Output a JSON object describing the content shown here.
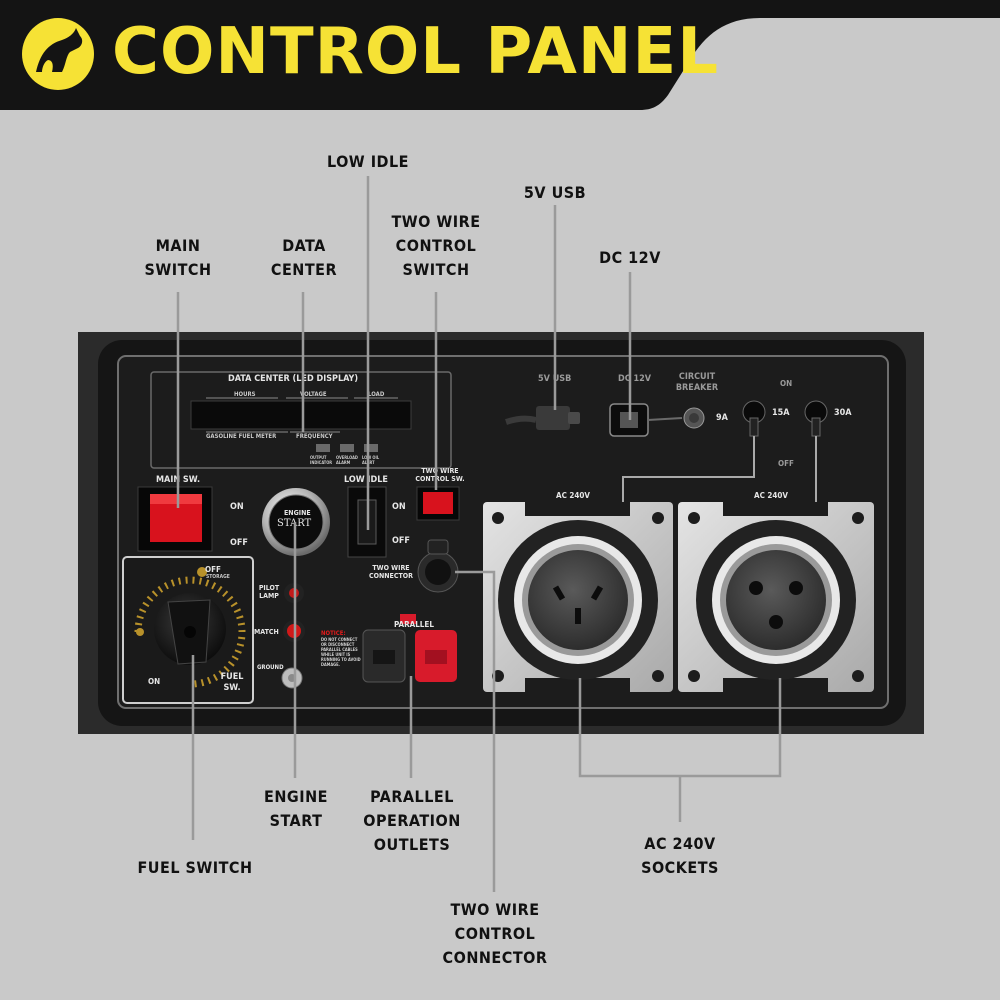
{
  "title": "CONTROL PANEL",
  "colors": {
    "header_bg": "#141414",
    "title": "#f6e235",
    "background": "#c9c9c9",
    "panel": "#1b1b1b",
    "accent_red": "#e11b1b"
  },
  "callouts": {
    "main_switch": [
      "MAIN",
      "SWITCH"
    ],
    "data_center": [
      "DATA",
      "CENTER"
    ],
    "low_idle": [
      "LOW IDLE"
    ],
    "two_wire_control_switch": [
      "TWO WIRE",
      "CONTROL",
      "SWITCH"
    ],
    "usb": [
      "5V USB"
    ],
    "dc": [
      "DC 12V"
    ],
    "fuel_switch": [
      "FUEL SWITCH"
    ],
    "engine_start": [
      "ENGINE",
      "START"
    ],
    "parallel_outlets": [
      "PARALLEL",
      "OPERATION",
      "OUTLETS"
    ],
    "two_wire_connector": [
      "TWO WIRE",
      "CONTROL",
      "CONNECTOR"
    ],
    "ac_sockets": [
      "AC 240V",
      "SOCKETS"
    ]
  },
  "panel": {
    "data_center_title": "DATA CENTER (LED DISPLAY)",
    "hours": "HOURS",
    "voltage": "VOLTAGE",
    "load": "LOAD",
    "fuel_meter": "GASOLINE FUEL METER",
    "frequency": "FREQUENCY",
    "output_indicator": "OUTPUT INDICATOR",
    "overload_alarm": "OVERLOAD ALARM",
    "low_oil_alert": "LOW OIL ALERT",
    "main_sw": "MAIN SW.",
    "on": "ON",
    "off": "OFF",
    "engine": "ENGINE",
    "start": "START",
    "low_idle": "LOW IDLE",
    "two_wire_sw": "TWO WIRE CONTROL SW.",
    "two_wire_connector": "TWO WIRE CONNECTOR",
    "fuel_off": "OFF",
    "storage": "STORAGE",
    "fuel_on": "ON",
    "fuel_sw": "FUEL SW.",
    "pilot_lamp": "PILOT LAMP",
    "match": "MATCH",
    "ground": "GROUND",
    "notice_title": "NOTICE:",
    "notice_text": "DO NOT CONNECT OR DISCONNECT PARALLEL CABLES WHILE UNIT IS RUNNING TO AVOID DAMAGE.",
    "parallel": "PARALLEL",
    "usb": "5V USB",
    "dc": "DC 12V",
    "circuit_breaker": "CIRCUIT BREAKER",
    "breaker_rating": "9A",
    "brk_on": "ON",
    "brk_off": "OFF",
    "brk_15": "15A",
    "brk_30": "30A",
    "ac_left": "AC 240V",
    "ac_right": "AC 240V"
  }
}
